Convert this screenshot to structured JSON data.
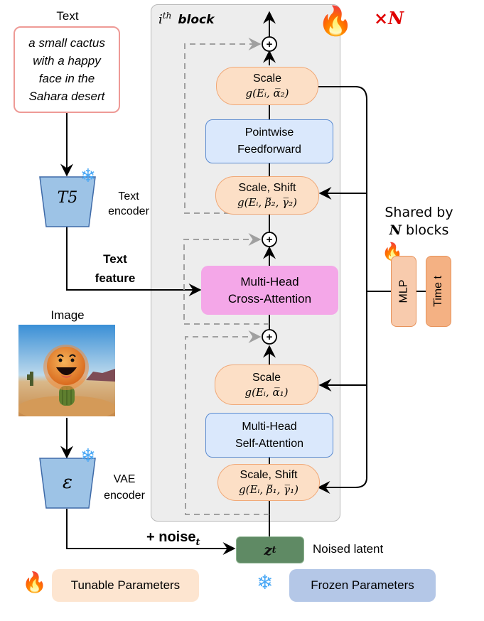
{
  "inputs": {
    "text_label": "Text",
    "prompt": "a small cactus with a happy face in the Sahara desert",
    "image_label": "Image"
  },
  "encoders": {
    "text": {
      "symbol": "T5",
      "label_line1": "Text",
      "label_line2": "encoder",
      "state": "frozen"
    },
    "vae": {
      "symbol": "ε",
      "label_line1": "VAE",
      "label_line2": "encoder",
      "state": "frozen"
    }
  },
  "text_feature": {
    "line1": "Text",
    "line2": "feature"
  },
  "block": {
    "title_prefix": "i",
    "title_sup": "th",
    "title_word": "block",
    "repeat": "×N",
    "state": "tunable",
    "layers": [
      {
        "id": "scale-2",
        "line1": "Scale",
        "line2": "g(Eᵢ, α̅₂)"
      },
      {
        "id": "ffn",
        "line1": "Pointwise",
        "line2": "Feedforward"
      },
      {
        "id": "scale-shift-2",
        "line1": "Scale, Shift",
        "line2": "g(Eᵢ, β̅₂, γ̅₂)"
      },
      {
        "id": "cross-attn",
        "line1": "Multi-Head",
        "line2": "Cross-Attention"
      },
      {
        "id": "scale-1",
        "line1": "Scale",
        "line2": "g(Eᵢ, α̅₁)"
      },
      {
        "id": "self-attn",
        "line1": "Multi-Head",
        "line2": "Self-Attention"
      },
      {
        "id": "scale-shift-1",
        "line1": "Scale, Shift",
        "line2": "g(Eᵢ, β̅₁, γ̅₁)"
      }
    ],
    "add_symbol": "+"
  },
  "shared": {
    "line1": "Shared by",
    "line2_n": "N",
    "line2_rest": " blocks",
    "mlp": "MLP",
    "time": "Time t"
  },
  "latent": {
    "noise_label": "+ noise",
    "noise_sub": "t",
    "symbol": "z",
    "symbol_sub": "t",
    "caption": "Noised latent"
  },
  "legend": {
    "tunable": "Tunable Parameters",
    "frozen": "Frozen Parameters"
  },
  "colors": {
    "tunable_fill": "#fcdfc6",
    "frozen_fill": "#b4c7e7",
    "encoder_fill": "#9dc3e6",
    "attn_fill": "#dae8fc",
    "cross_attn_fill": "#f4a7e8",
    "latent_fill": "#5f8a64",
    "repeat_red": "#e00000",
    "prompt_border": "#ee9a96"
  }
}
